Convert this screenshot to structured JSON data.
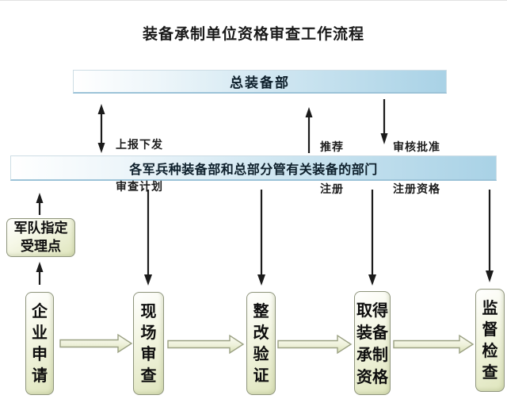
{
  "title": "装备承制单位资格审查工作流程",
  "top_bar": {
    "label": "总装备部"
  },
  "middle_bar": {
    "label": "各军兵种装备部和总部分管有关装备的部门"
  },
  "edge_labels": {
    "report_issue": {
      "line1": "上报下发",
      "line2": "审查计划"
    },
    "recommend": {
      "line1": "推荐",
      "line2": "注册"
    },
    "approve": {
      "line1": "审核批准",
      "line2": "注册资格"
    }
  },
  "acceptance_box": {
    "label": "军队指定受理点"
  },
  "steps": [
    {
      "label": "企业申请"
    },
    {
      "label": "现场审查"
    },
    {
      "label": "整改验证"
    },
    {
      "label": "取得装备承制资格"
    },
    {
      "label": "监督检查"
    }
  ],
  "colors": {
    "bar_blue": "#a9d2e6",
    "box_green_light": "#f5f7e6",
    "box_green_dark": "#dfe5bd",
    "connector_black": "#1b1b1b",
    "flow_arrow_outline": "#9ba183"
  }
}
